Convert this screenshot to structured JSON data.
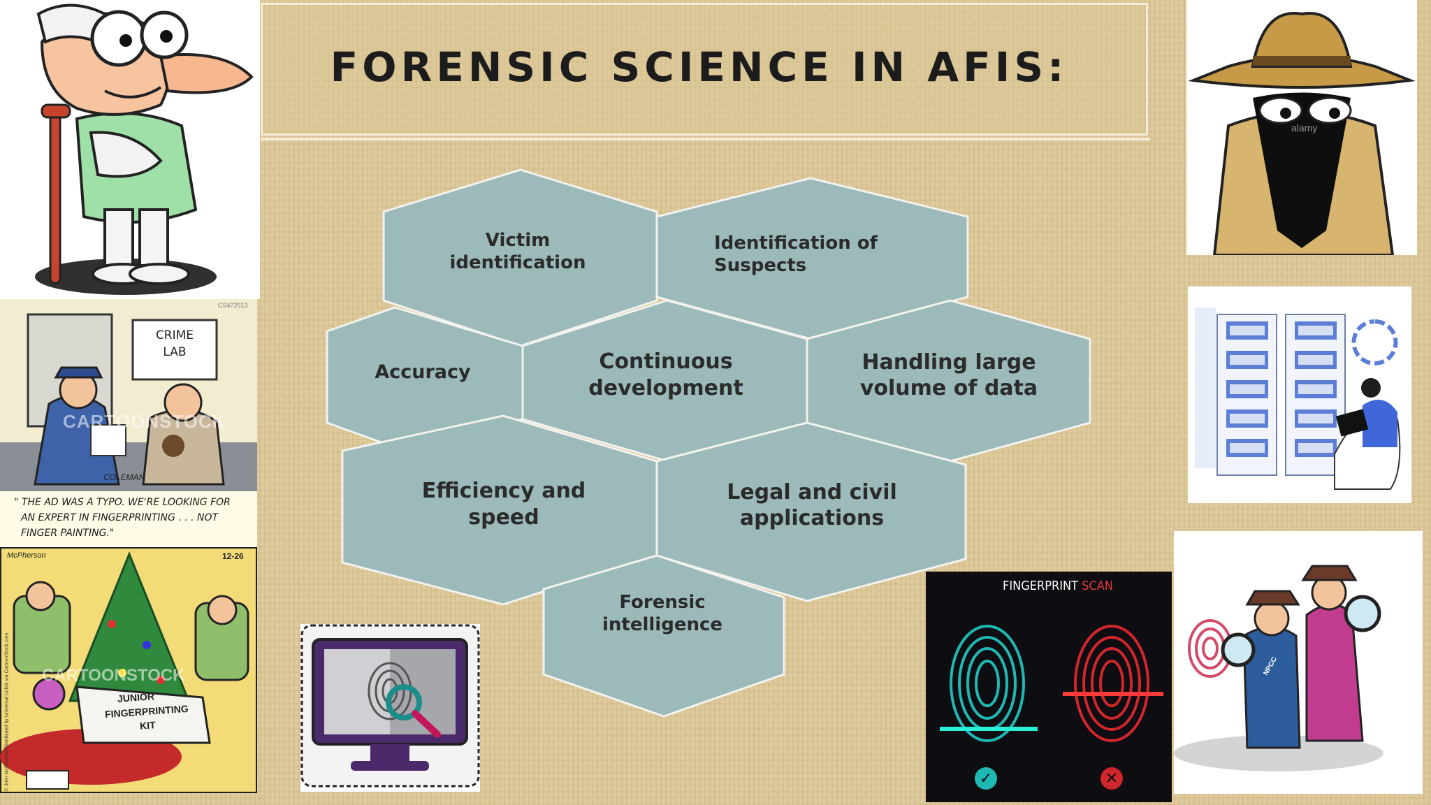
{
  "slide": {
    "title": "FORENSIC SCIENCE IN AFIS:"
  },
  "hexagons": [
    {
      "label_lines": [
        "Victim",
        "identification"
      ]
    },
    {
      "label_lines": [
        "Identification of",
        "Suspects"
      ]
    },
    {
      "label_lines": [
        "Accuracy"
      ]
    },
    {
      "label_lines": [
        "Continuous",
        "development"
      ]
    },
    {
      "label_lines": [
        "Handling large",
        "volume of data"
      ]
    },
    {
      "label_lines": [
        "Efficiency and",
        "speed"
      ]
    },
    {
      "label_lines": [
        "Legal and civil",
        "applications"
      ]
    },
    {
      "label_lines": [
        "Forensic",
        "intelligence"
      ]
    }
  ],
  "colors": {
    "hex_fill": "#9bbab9",
    "hex_stroke": "#f2f2ee",
    "title_text": "#1c1c1c",
    "background": "#ddc99a"
  },
  "cartoon_crime_lab": {
    "sign_line1": "CRIME",
    "sign_line2": "LAB",
    "code": "CS472513",
    "watermark": "CARTOONSTOCK",
    "signature": "COLEMAN",
    "caption_line1": "\" THE AD WAS A TYPO.  WE'RE LOOKING FOR",
    "caption_line2": "AN EXPERT IN FINGERPRINTING . . . NOT",
    "caption_line3": "FINGER PAINTING.\""
  },
  "cartoon_christmas": {
    "signature": "McPherson",
    "date": "12-26",
    "box_line1": "JUNIOR",
    "box_line2": "FINGERPRINTING",
    "box_line3": "KIT",
    "watermark": "CARTOONSTOCK",
    "credit": "© John McPherson/Distributed by Universal Uclick via CartoonStock.com"
  },
  "spy_image": {
    "watermark": "alamy"
  },
  "fingerprint_scan": {
    "title_white": "FINGERPRINT",
    "title_red": "SCAN",
    "check_icon": "check-icon",
    "cross_icon": "cross-icon"
  },
  "detectives_image": {
    "badge": "NPCC"
  }
}
